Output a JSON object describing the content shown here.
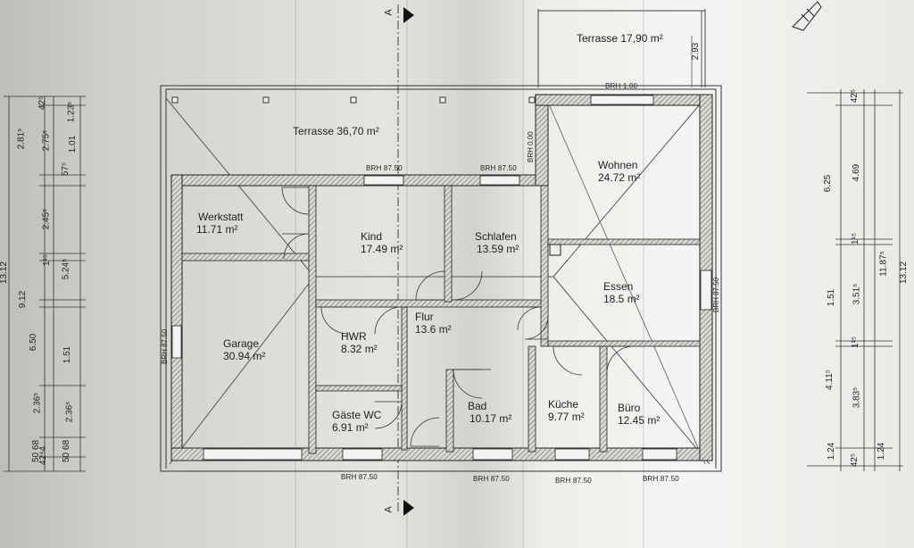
{
  "terraces": [
    {
      "id": "main",
      "label": "Terrasse 36,70 m²"
    },
    {
      "id": "top",
      "label": "Terrasse 17,90 m²"
    }
  ],
  "rooms": [
    {
      "key": "werkstatt",
      "name": "Werkstatt",
      "area": "11.71 m²"
    },
    {
      "key": "kind",
      "name": "Kind",
      "area": "17.49 m²"
    },
    {
      "key": "schlafen",
      "name": "Schlafen",
      "area": "13.59 m²"
    },
    {
      "key": "wohnen",
      "name": "Wohnen",
      "area": "24.72 m²"
    },
    {
      "key": "essen",
      "name": "Essen",
      "area": "18.5 m²"
    },
    {
      "key": "garage",
      "name": "Garage",
      "area": "30.94 m²"
    },
    {
      "key": "hwr",
      "name": "HWR",
      "area": "8.32 m²"
    },
    {
      "key": "flur",
      "name": "Flur",
      "area": "13.6 m²"
    },
    {
      "key": "gaeste_wc",
      "name": "Gäste WC",
      "area": "6.91 m²"
    },
    {
      "key": "bad",
      "name": "Bad",
      "area": "10.17 m²"
    },
    {
      "key": "kueche",
      "name": "Küche",
      "area": "9.77 m²"
    },
    {
      "key": "buero",
      "name": "Büro",
      "area": "12.45 m²"
    }
  ],
  "brh": {
    "top_left": "BRH 87.50",
    "top_mid": "BRH 87.50",
    "top_right": "BRH 1.00",
    "wall_vertical": "BRH 0.00",
    "left_side": "BRH 87.50",
    "right_side": "BRH 87.50",
    "bottom_1": "BRH 87.50",
    "bottom_2": "BRH 87.50",
    "bottom_3": "BRH 87.50",
    "bottom_4": "BRH 87.50"
  },
  "section_marker": "A",
  "dims_left_outer": [
    "13.12"
  ],
  "dims_left_mid": [
    "2.81⁵",
    "9.12",
    "6.50",
    "2.36⁵",
    "50 68"
  ],
  "dims_left_inner": [
    "2.75⁵",
    "2.45⁵",
    "1¹⁵",
    "1.51",
    "42⁴4"
  ],
  "dims_left_far": [
    "42⁵",
    "1.23⁵",
    "1.01",
    "57⁵",
    "5.24⁵",
    "1.51",
    "2.36⁵",
    "50 68"
  ],
  "dims_right_a": [
    "6.25",
    "1.51",
    "4.11⁵",
    "1.24"
  ],
  "dims_right_b": [
    "42⁵",
    "4.69",
    "1¹⁵",
    "3.51⁵",
    "1¹⁵",
    "3.83⁵",
    "42⁵"
  ],
  "dims_right_c": [
    "11.87⁵",
    "1.24"
  ],
  "dims_right_d": [
    "13.12"
  ],
  "dims_top_right": "2.93"
}
